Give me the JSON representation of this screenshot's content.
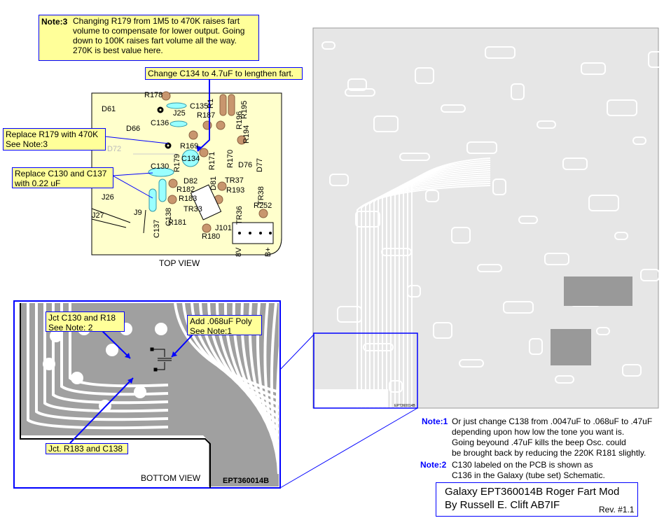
{
  "note3": {
    "label": "Note:3",
    "lines": [
      "Changing R179 from 1M5 to 470K raises fart",
      "volume to compensate for lower output. Going",
      "down to 100K raises fart volume all the way.",
      "270K is best value here."
    ]
  },
  "callouts": {
    "c134": "Change C134 to 4.7uF to lengthen fart.",
    "r179": [
      "Replace R179 with 470K",
      "See Note:3"
    ],
    "c130": [
      "Replace C130 and C137",
      "with 0.22 uF"
    ],
    "jct_c130": [
      "Jct C130 and  R18",
      "See Note: 2"
    ],
    "add_poly": [
      "Add .068uF Poly",
      "See Note:1"
    ],
    "jct_r183": "Jct. R183 and C138"
  },
  "top_view": {
    "caption": "TOP VIEW",
    "components": [
      "R178",
      "C135",
      "J25",
      "R187",
      "D61",
      "C136",
      "D66",
      "R169",
      "R179",
      "D72",
      "C134",
      "R196",
      "R194",
      "R195",
      "R1",
      "R171",
      "R170",
      "D76",
      "D77",
      "C130",
      "D82",
      "D81",
      "TR37",
      "R182",
      "R183",
      "R193",
      "TR38",
      "C138",
      "C137",
      "TR33",
      "TR36",
      "R252",
      "R181",
      "R180",
      "J101",
      "J26",
      "J27",
      "J9",
      "8V",
      "B+"
    ]
  },
  "bottom_view": {
    "caption": "BOTTOM VIEW",
    "board_id": "EPT360014B"
  },
  "pcb": {
    "board_id": "EPT360014B"
  },
  "note1": {
    "label": "Note:1",
    "lines": [
      "Or just change C138 from .0047uF to .068uF to .47uF",
      "depending upon how low the tone you want is.",
      "Going beyound .47uF kills the beep Osc. could",
      "be brought back by reducing the 220K R181 slightly."
    ]
  },
  "note2": {
    "label": "Note:2",
    "lines": [
      "C130 labeled on the PCB is shown as",
      "C136 in the Galaxy (tube set) Schematic."
    ]
  },
  "title_box": {
    "line1": "Galaxy EPT360014B Roger Fart Mod",
    "line2": "By Russell E. Clift AB7IF",
    "rev": "Rev. #1.1"
  },
  "colors": {
    "note_bg": "#ffff99",
    "accent": "#0000ff",
    "board": "#ffffcc",
    "trace": "#a0a0a0",
    "pad": "#c8966e",
    "cap": "#99ffff"
  }
}
